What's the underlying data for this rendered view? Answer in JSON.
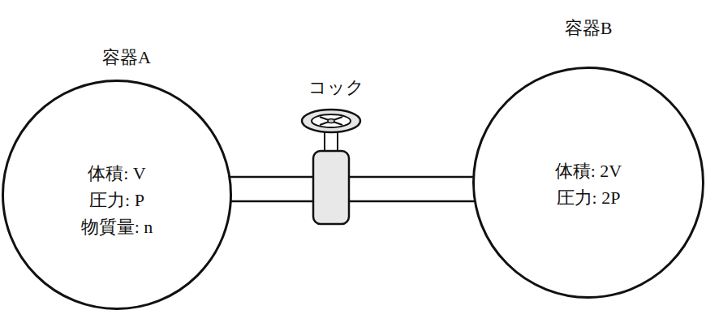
{
  "diagram": {
    "nodes": [
      {
        "text": [
          "容器A",
          "体積: V",
          "圧力: P",
          "物質量: n"
        ]
      },
      {
        "text": [
          "コック"
        ]
      },
      {
        "text": [
          "容器B",
          "体積: 2V",
          "圧力: 2P"
        ]
      }
    ],
    "edges": [
      {
        "from": 0,
        "to": 1,
        "arrow": "none"
      },
      {
        "from": 1,
        "to": 2,
        "arrow": "none"
      }
    ]
  }
}
